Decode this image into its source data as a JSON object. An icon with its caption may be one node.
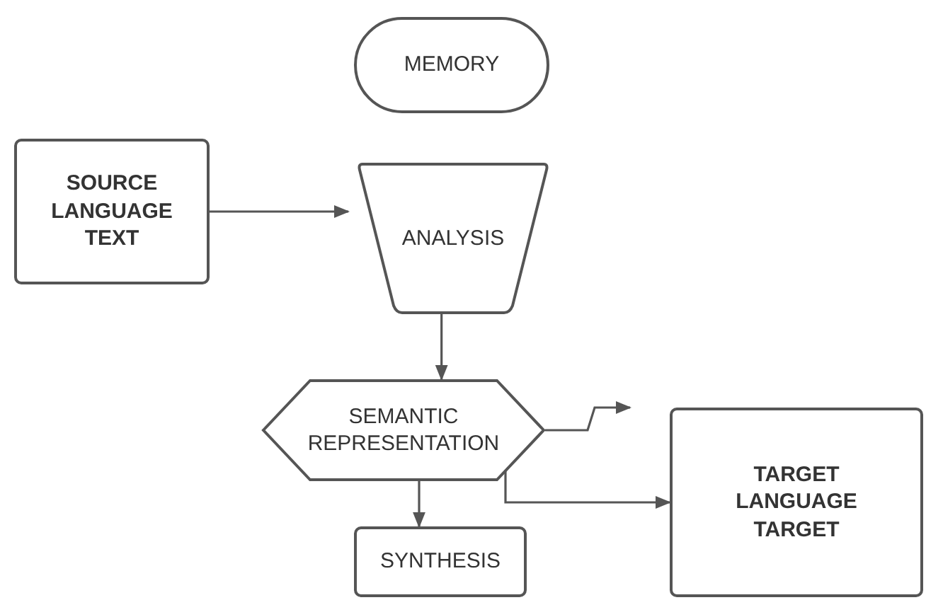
{
  "diagram": {
    "nodes": [
      {
        "text": [
          "MEMORY"
        ]
      },
      {
        "text": [
          "SOURCE LANGUAGE TEXT"
        ]
      },
      {
        "text": [
          "ANALYSIS"
        ]
      },
      {
        "text": [
          "SEMANTIC REPRESENTATION"
        ]
      },
      {
        "text": [
          "SYNTHESIS"
        ]
      },
      {
        "text": [
          "TARGET LANGUAGE TARGET"
        ]
      }
    ],
    "edges": [
      {
        "from": 1,
        "to": 2,
        "arrow": "to"
      },
      {
        "from": 2,
        "to": 3,
        "arrow": "to"
      },
      {
        "from": 3,
        "to": null,
        "arrow": "to"
      },
      {
        "from": 3,
        "to": 5,
        "arrow": "to"
      },
      {
        "from": 3,
        "to": 4,
        "arrow": "to"
      }
    ]
  }
}
